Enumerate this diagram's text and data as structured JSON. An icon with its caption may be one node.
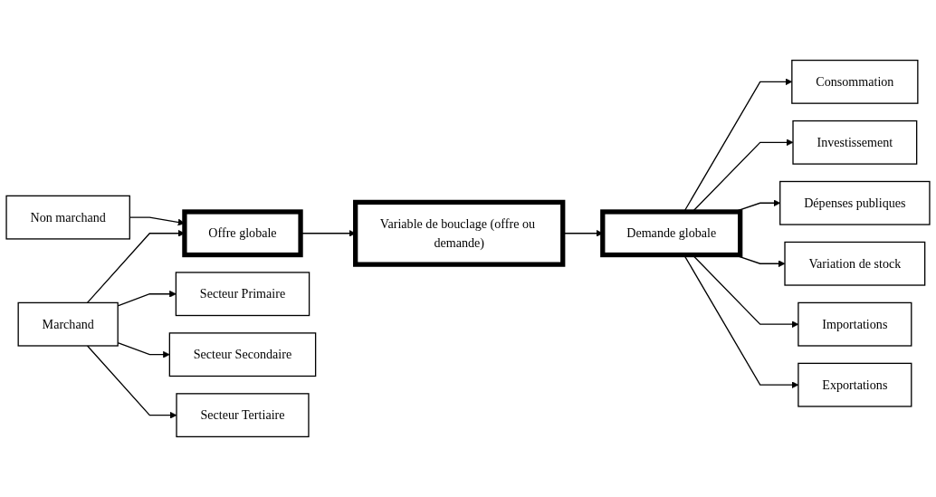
{
  "diagram": {
    "nodes": [
      {
        "text": [
          "Non marchand"
        ]
      },
      {
        "text": [
          "Offre globale"
        ]
      },
      {
        "text": [
          "Variable de bouclage (offre ou demande)"
        ]
      },
      {
        "text": [
          "Demande globale"
        ]
      },
      {
        "text": [
          "Marchand"
        ]
      },
      {
        "text": [
          "Secteur Primaire"
        ]
      },
      {
        "text": [
          "Secteur Secondaire"
        ]
      },
      {
        "text": [
          "Secteur Tertiaire"
        ]
      },
      {
        "text": [
          "Consommation"
        ]
      },
      {
        "text": [
          "Investissement"
        ]
      },
      {
        "text": [
          "Dépenses publiques"
        ]
      },
      {
        "text": [
          "Variation de stock"
        ]
      },
      {
        "text": [
          "Importations"
        ]
      },
      {
        "text": [
          "Exportations"
        ]
      }
    ],
    "edges": [
      {
        "from": 0,
        "to": 1,
        "arrow": "to"
      },
      {
        "from": 4,
        "to": 1,
        "arrow": "to"
      },
      {
        "from": 1,
        "to": 2,
        "arrow": "to"
      },
      {
        "from": 2,
        "to": 3,
        "arrow": "to"
      },
      {
        "from": 4,
        "to": 5,
        "arrow": "to"
      },
      {
        "from": 4,
        "to": 6,
        "arrow": "to"
      },
      {
        "from": 4,
        "to": 7,
        "arrow": "to"
      },
      {
        "from": 3,
        "to": 8,
        "arrow": "to"
      },
      {
        "from": 3,
        "to": 9,
        "arrow": "to"
      },
      {
        "from": 3,
        "to": 10,
        "arrow": "to"
      },
      {
        "from": 3,
        "to": 11,
        "arrow": "to"
      },
      {
        "from": 3,
        "to": 12,
        "arrow": "to"
      },
      {
        "from": 3,
        "to": 13,
        "arrow": "to"
      }
    ]
  }
}
